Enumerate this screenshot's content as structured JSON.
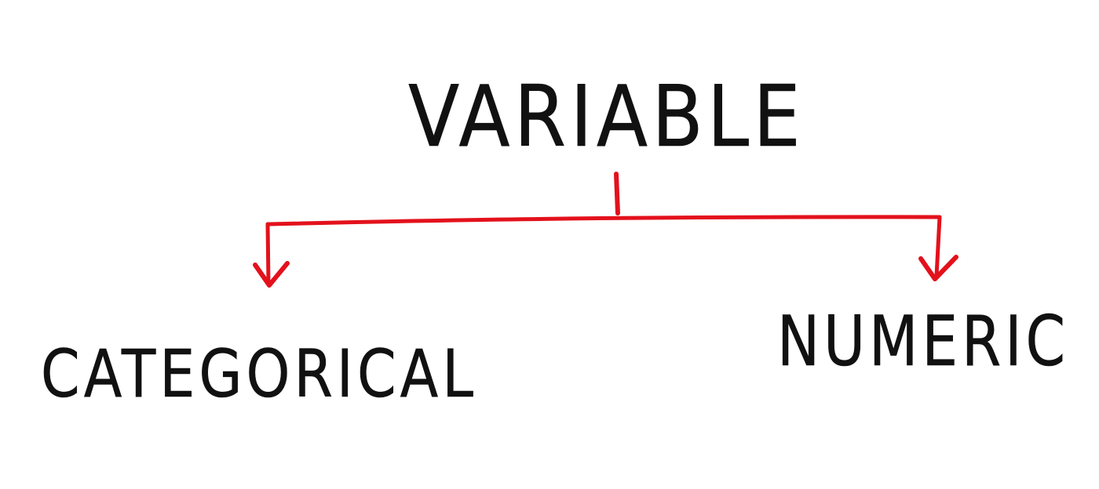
{
  "diagram": {
    "root": {
      "label": "VARIABLE"
    },
    "children": [
      {
        "label": "CATEGORICAL"
      },
      {
        "label": "NUMERIC"
      }
    ]
  },
  "colors": {
    "text": "#111111",
    "connector": "#e3111c",
    "background": "#ffffff"
  }
}
